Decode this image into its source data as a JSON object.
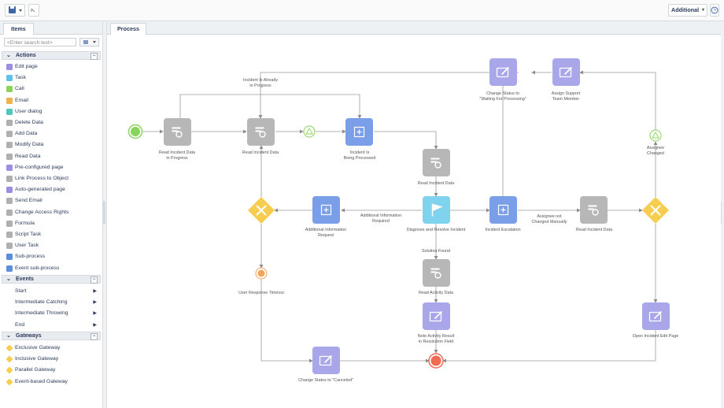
{
  "toolbar": {
    "save_icon": "floppy-disk-icon",
    "additional_label": "Additional",
    "help_icon": "question-mark-icon"
  },
  "left_panel": {
    "tab_label": "Items",
    "search_placeholder": "<Enter search text>",
    "sections": {
      "actions": "Actions",
      "events": "Events",
      "gateways": "Gateways"
    },
    "actions": [
      {
        "label": "Edit page",
        "color": "#9c8fe0"
      },
      {
        "label": "Task",
        "color": "#5fc3e8"
      },
      {
        "label": "Call",
        "color": "#8fd25a"
      },
      {
        "label": "Email",
        "color": "#f0b24a"
      },
      {
        "label": "User dialog",
        "color": "#4fc7c0"
      },
      {
        "label": "Delete Data",
        "color": "#b0b0b0"
      },
      {
        "label": "Add Data",
        "color": "#b0b0b0"
      },
      {
        "label": "Modify Data",
        "color": "#b0b0b0"
      },
      {
        "label": "Read Data",
        "color": "#b0b0b0"
      },
      {
        "label": "Pre-configured page",
        "color": "#9c8fe0"
      },
      {
        "label": "Link Process to Object",
        "color": "#b0b0b0"
      },
      {
        "label": "Auto-generated page",
        "color": "#9c8fe0"
      },
      {
        "label": "Send Email",
        "color": "#b0b0b0"
      },
      {
        "label": "Change Access Rights",
        "color": "#b0b0b0"
      },
      {
        "label": "Formula",
        "color": "#b0b0b0"
      },
      {
        "label": "Script Task",
        "color": "#b0b0b0"
      },
      {
        "label": "User Task",
        "color": "#b0b0b0"
      },
      {
        "label": "Sub-process",
        "color": "#5b8fdc"
      },
      {
        "label": "Event sub-process",
        "color": "#5b8fdc"
      }
    ],
    "events": [
      "Start",
      "Intermediate Catching",
      "Intermediate Throwing",
      "End"
    ],
    "gateways": [
      "Exclusive Gateway",
      "Inclusive Gateway",
      "Parallel Gateway",
      "Event-based Gateway"
    ]
  },
  "process": {
    "tab_label": "Process",
    "colors": {
      "read": "#b7b7b7",
      "subprocess": "#7b9ee8",
      "page": "#a9a6ea",
      "task": "#7fd3ee",
      "gateway": "#f7cd4f",
      "start": "#8ad35c",
      "end": "#f06a55",
      "timer": "#f2a35c"
    },
    "labels": {
      "read_incident_progress": [
        "Read Incident Data",
        "in Progress"
      ],
      "read_incident": [
        "Read Incident Data"
      ],
      "incident_processed": [
        "Incident Is",
        "Being Processed"
      ],
      "read_incident_2": [
        "Read Incident Data"
      ],
      "already_in_progress": [
        "Incident Is Already",
        "in Progress"
      ],
      "change_status_waiting": [
        "Change Status to",
        "\"Waiting For Processing\""
      ],
      "assign_support": [
        "Assign Support",
        "Team Member"
      ],
      "assignee_changed": [
        "Assignee",
        "Changed"
      ],
      "additional_info_request": [
        "Additional Information",
        "Request"
      ],
      "additional_info_required": [
        "Additional Information",
        "Required"
      ],
      "diagnose_resolve": [
        "Diagnose and Resolve Incident"
      ],
      "incident_escalation": [
        "Incident Escalation"
      ],
      "assignee_not_changed": [
        "Assignee not",
        "Changed Manually"
      ],
      "read_incident_3": [
        "Read Incident Data"
      ],
      "user_response_timeout": [
        "User Response Timeout"
      ],
      "solution_found": [
        "Solution Found"
      ],
      "read_activity": [
        "Read Activity Data"
      ],
      "note_activity": [
        "Note Activity Result",
        "in Resolution Field"
      ],
      "open_edit_page": [
        "Open Incident Edit Page"
      ],
      "change_status_canceled": [
        "Change Status to \"Canceled\""
      ]
    }
  }
}
